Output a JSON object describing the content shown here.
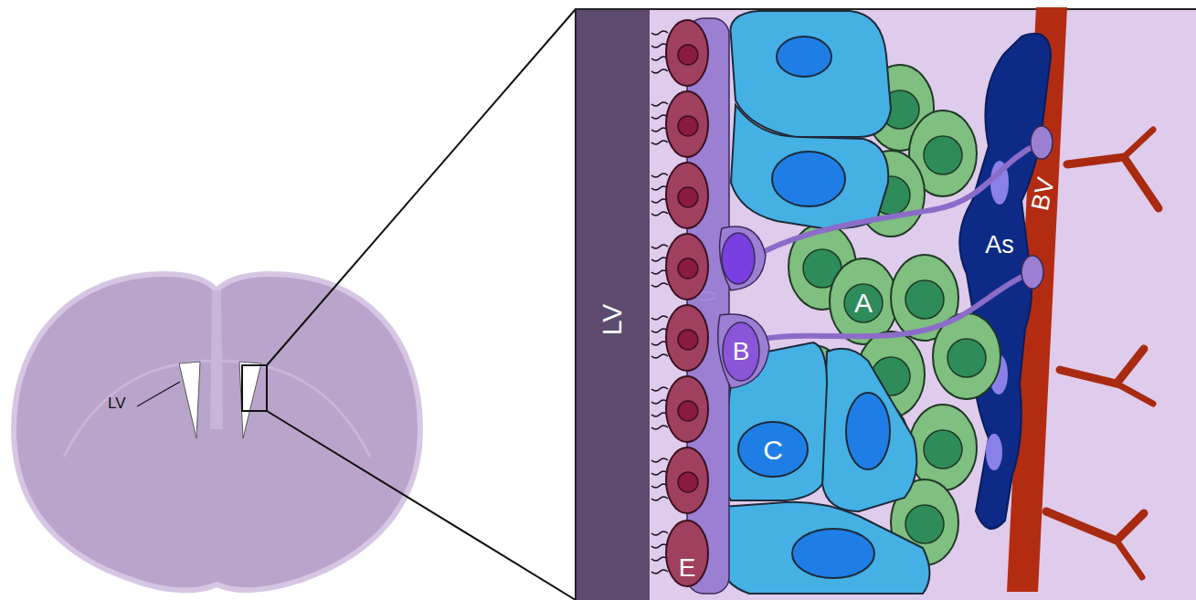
{
  "diagram": {
    "nodes": [
      {
        "text": [
          "LV"
        ]
      },
      {
        "text": [
          "E"
        ]
      },
      {
        "text": [
          "B"
        ]
      },
      {
        "text": [
          "C"
        ]
      },
      {
        "text": [
          "A"
        ]
      },
      {
        "text": [
          "As"
        ]
      },
      {
        "text": [
          "BV"
        ]
      }
    ],
    "labels": [
      "LV"
    ]
  }
}
